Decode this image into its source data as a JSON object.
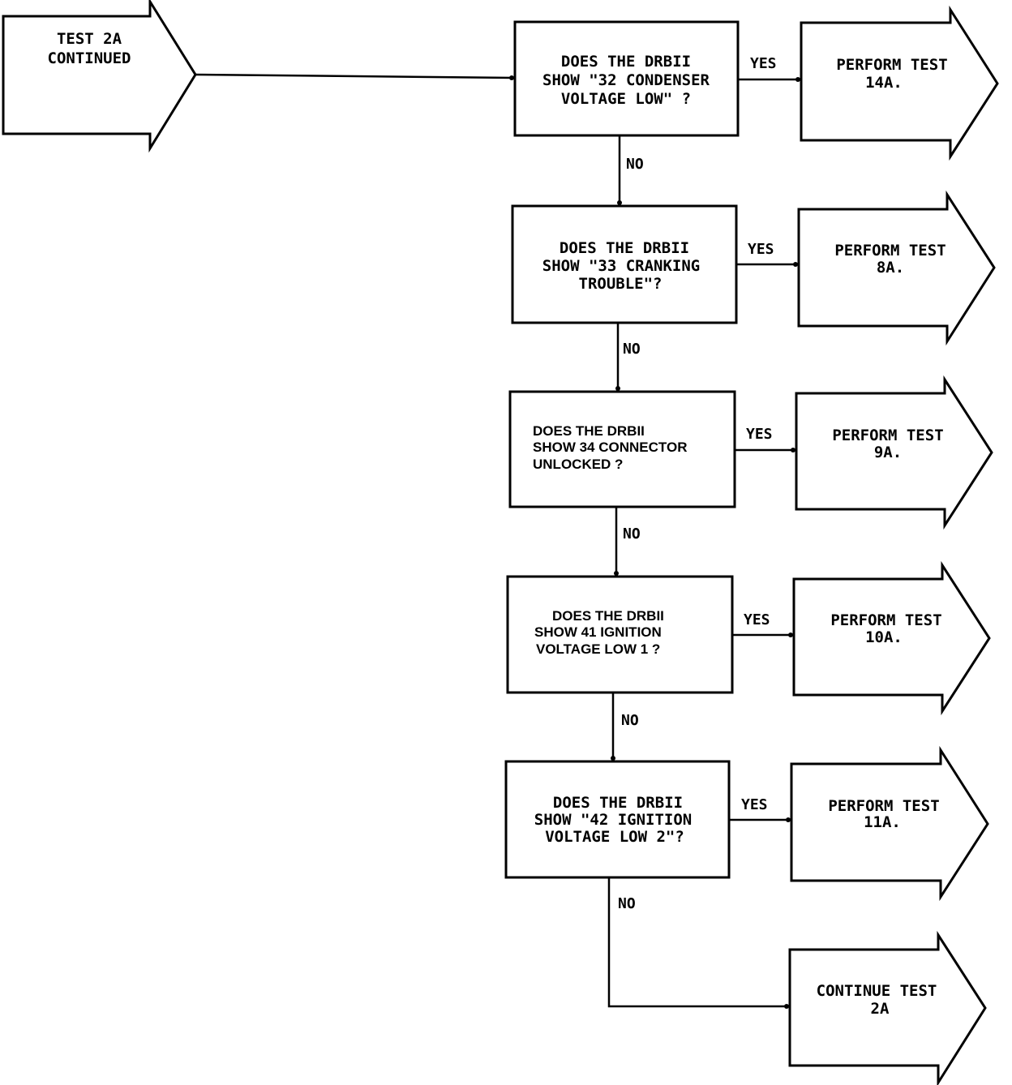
{
  "start": {
    "lines": [
      "TEST 2A",
      "CONTINUED"
    ]
  },
  "labels": {
    "yes": "YES",
    "no": "NO"
  },
  "decisions": [
    {
      "lines": [
        "DOES THE DRBII",
        "SHOW \"32 CONDENSER",
        "VOLTAGE LOW\" ?"
      ]
    },
    {
      "lines": [
        "DOES THE DRBII",
        "SHOW \"33 CRANKING",
        "TROUBLE\"?"
      ]
    },
    {
      "lines": [
        "DOES THE DRBII",
        "SHOW 34 CONNECTOR",
        "UNLOCKED ?"
      ]
    },
    {
      "lines": [
        "DOES THE DRBII",
        "SHOW 41 IGNITION",
        "VOLTAGE LOW 1 ?"
      ]
    },
    {
      "lines": [
        "DOES THE DRBII",
        "SHOW \"42 IGNITION",
        "VOLTAGE LOW 2\"?"
      ]
    }
  ],
  "actions": [
    {
      "lines": [
        "PERFORM TEST",
        "14A."
      ]
    },
    {
      "lines": [
        "PERFORM TEST",
        "8A."
      ]
    },
    {
      "lines": [
        "PERFORM TEST",
        "9A."
      ]
    },
    {
      "lines": [
        "PERFORM TEST",
        "10A."
      ]
    },
    {
      "lines": [
        "PERFORM TEST",
        "11A."
      ]
    }
  ],
  "end": {
    "lines": [
      "CONTINUE TEST",
      "2A"
    ]
  }
}
